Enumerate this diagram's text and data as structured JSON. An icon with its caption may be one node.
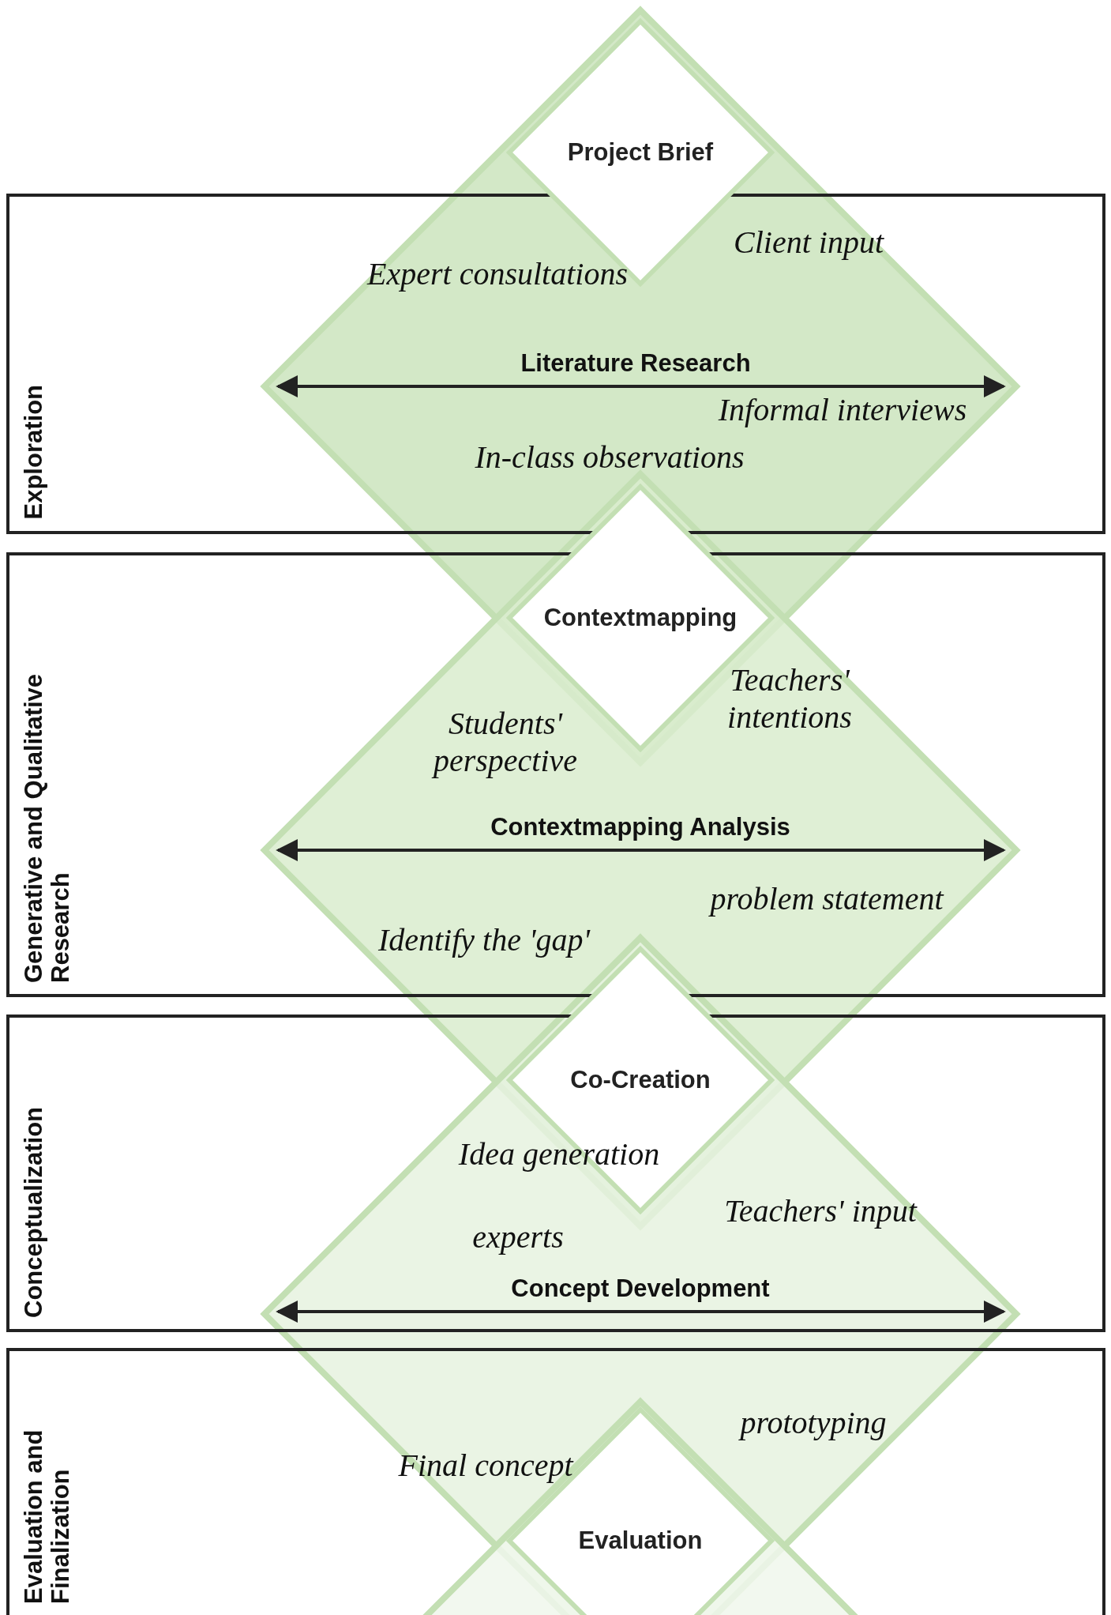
{
  "diagram": {
    "nodes": [
      {
        "text": [
          "Exploration"
        ]
      },
      {
        "text": [
          "Generative and Qualitative Research"
        ]
      },
      {
        "text": [
          "Conceptualization"
        ]
      },
      {
        "text": [
          "Evaluation and Finalization"
        ]
      },
      {
        "text": [
          "Project Brief"
        ]
      },
      {
        "text": [
          "Contextmapping"
        ]
      },
      {
        "text": [
          "Co-Creation"
        ]
      },
      {
        "text": [
          "Evaluation"
        ]
      }
    ],
    "labels": [
      "Client input",
      "Expert consultations",
      "Literature Research",
      "Informal interviews",
      "In-class observations",
      "Teachers' intentions",
      "Students' perspective",
      "Contextmapping Analysis",
      "problem statement",
      "Identify the 'gap'",
      "Idea generation",
      "Teachers' input",
      "experts",
      "Concept Development",
      "prototyping",
      "Final concept"
    ]
  }
}
